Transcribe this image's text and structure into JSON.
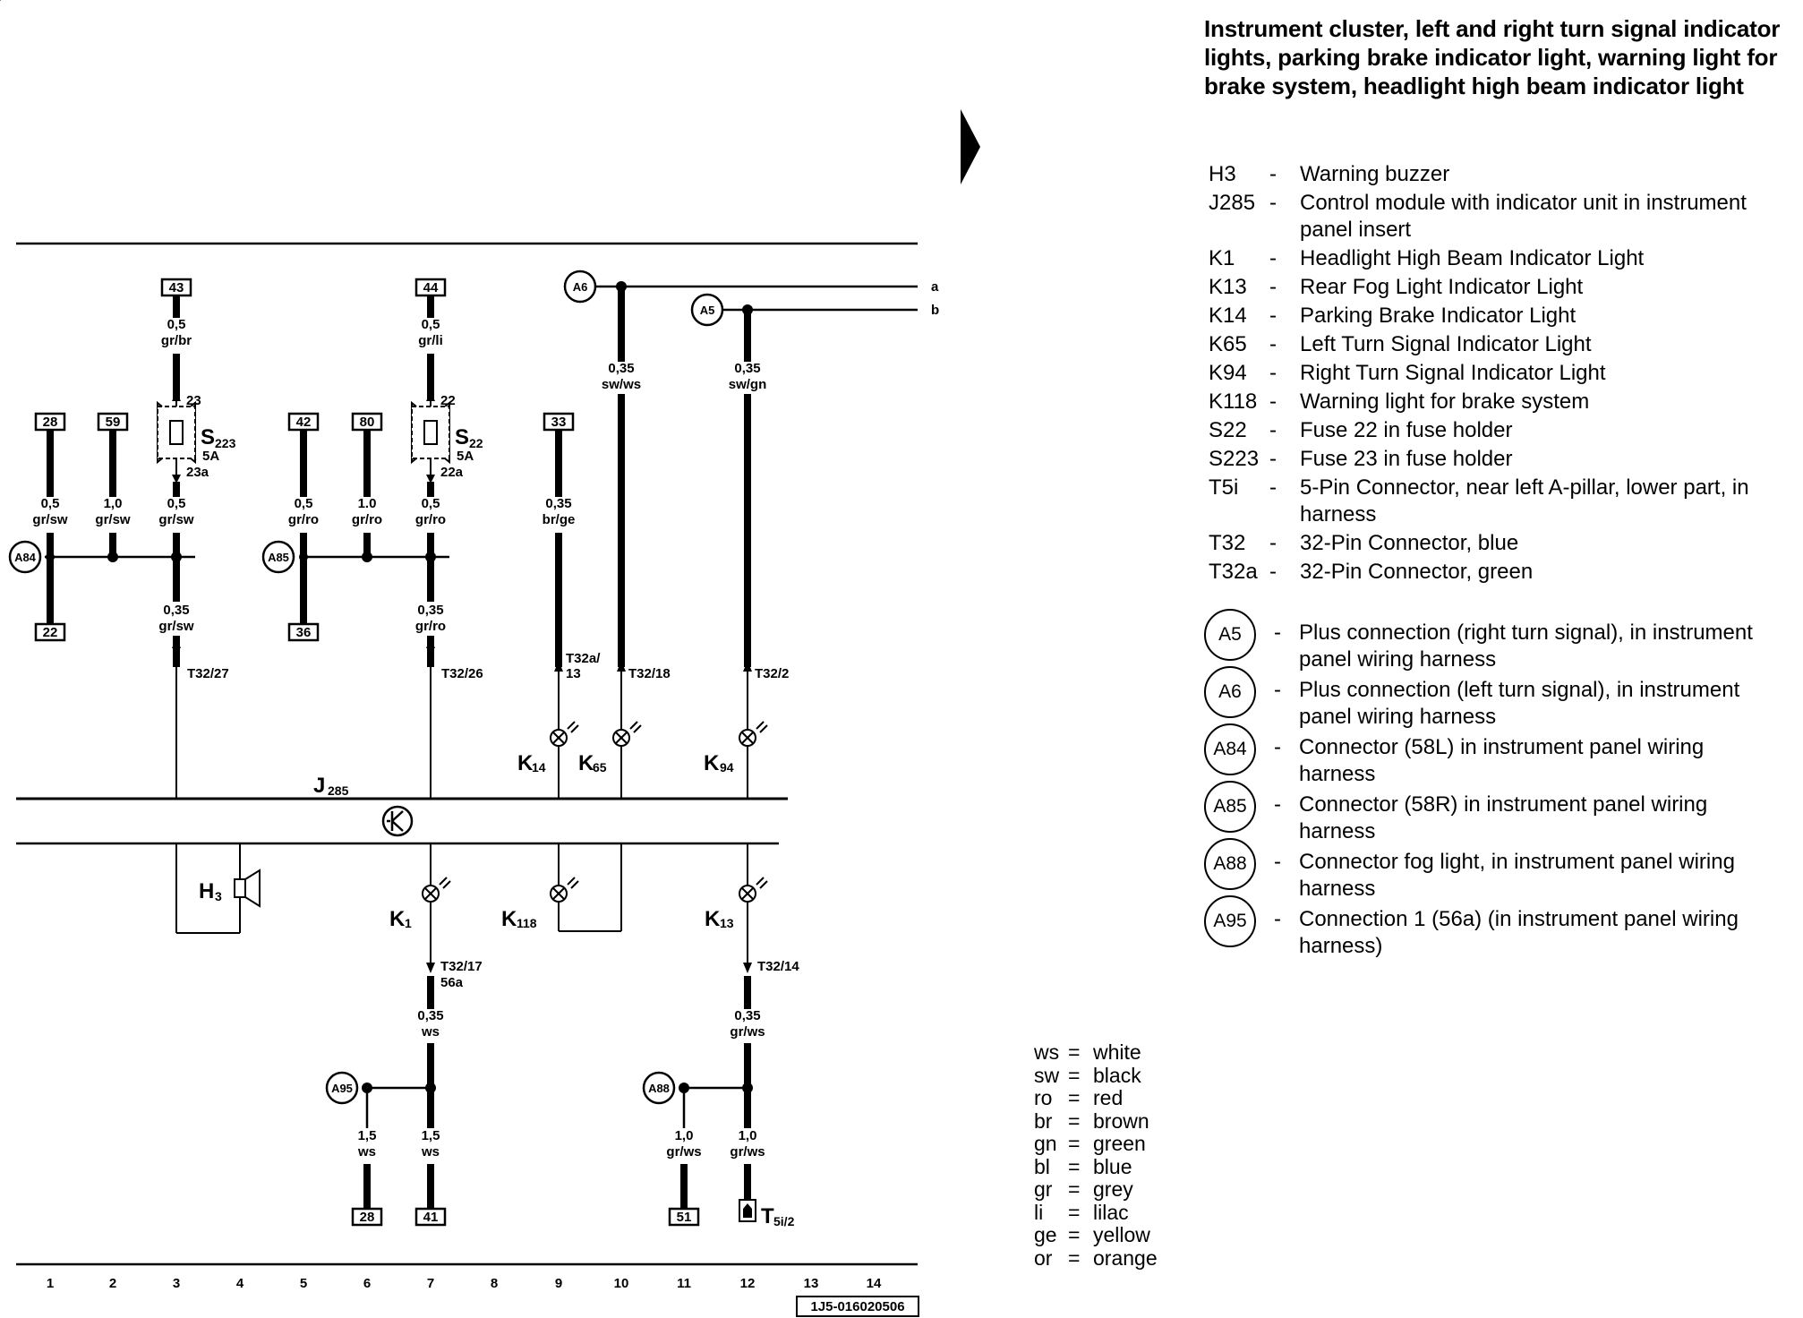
{
  "title": "Instrument cluster, left and right turn signal indicator lights, parking brake indicator light, warning light for brake system, headlight high beam indicator light",
  "components": [
    {
      "code": "H3",
      "desc": "Warning buzzer"
    },
    {
      "code": "J285",
      "desc": "Control module with indicator unit in instrument panel insert"
    },
    {
      "code": "K1",
      "desc": "Headlight High Beam Indicator Light"
    },
    {
      "code": "K13",
      "desc": "Rear Fog Light Indicator Light"
    },
    {
      "code": "K14",
      "desc": "Parking Brake Indicator Light"
    },
    {
      "code": "K65",
      "desc": "Left Turn Signal Indicator Light"
    },
    {
      "code": "K94",
      "desc": "Right Turn Signal Indicator Light"
    },
    {
      "code": "K118",
      "desc": "Warning light for brake system"
    },
    {
      "code": "S22",
      "desc": "Fuse 22 in fuse holder"
    },
    {
      "code": "S223",
      "desc": "Fuse 23 in fuse holder"
    },
    {
      "code": "T5i",
      "desc": "5-Pin Connector, near left A-pillar, lower part, in harness"
    },
    {
      "code": "T32",
      "desc": "32-Pin Connector, blue"
    },
    {
      "code": "T32a",
      "desc": "32-Pin Connector, green"
    }
  ],
  "connections": [
    {
      "code": "A5",
      "desc": "Plus connection (right turn signal), in instrument panel wiring harness"
    },
    {
      "code": "A6",
      "desc": "Plus connection (left turn signal), in instrument panel wiring harness"
    },
    {
      "code": "A84",
      "desc": "Connector (58L) in instrument panel wiring harness"
    },
    {
      "code": "A85",
      "desc": "Connector (58R) in instrument panel wiring harness"
    },
    {
      "code": "A88",
      "desc": "Connector fog light, in instrument panel wiring harness"
    },
    {
      "code": "A95",
      "desc": "Connection 1 (56a) (in instrument panel wiring harness)"
    }
  ],
  "colors": [
    {
      "abbr": "ws",
      "name": "white"
    },
    {
      "abbr": "sw",
      "name": "black"
    },
    {
      "abbr": "ro",
      "name": "red"
    },
    {
      "abbr": "br",
      "name": "brown"
    },
    {
      "abbr": "gn",
      "name": "green"
    },
    {
      "abbr": "bl",
      "name": "blue"
    },
    {
      "abbr": "gr",
      "name": "grey"
    },
    {
      "abbr": "li",
      "name": "lilac"
    },
    {
      "abbr": "ge",
      "name": "yellow"
    },
    {
      "abbr": "or",
      "name": "orange"
    }
  ],
  "diagram": {
    "terminals_top": [
      "43",
      "44",
      "28",
      "59",
      "42",
      "80",
      "33"
    ],
    "terminals_mid_bottom": [
      "22",
      "36"
    ],
    "terminals_bottom": [
      "28",
      "41",
      "51"
    ],
    "wire_labels": {
      "w43": [
        "0,5",
        "gr/br"
      ],
      "w44": [
        "0,5",
        "gr/li"
      ],
      "w_a6": [
        "0,35",
        "sw/ws"
      ],
      "w_a5": [
        "0,35",
        "sw/gn"
      ],
      "w28": [
        "0,5",
        "gr/sw"
      ],
      "w59": [
        "1,0",
        "gr/sw"
      ],
      "ws223": [
        "0,5",
        "gr/sw"
      ],
      "w42": [
        "0,5",
        "gr/ro"
      ],
      "w80": [
        "1.0",
        "gr/ro"
      ],
      "ws22": [
        "0,5",
        "gr/ro"
      ],
      "w33": [
        "0,35",
        "br/ge"
      ],
      "wj3": [
        "0,35",
        "gr/sw"
      ],
      "wj7": [
        "0,35",
        "gr/ro"
      ],
      "wk1": [
        "0,35",
        "ws"
      ],
      "wk13": [
        "0,35",
        "gr/ws"
      ],
      "wa95l": [
        "1,5",
        "ws"
      ],
      "wa95r": [
        "1,5",
        "ws"
      ],
      "wa88l": [
        "1,0",
        "gr/ws"
      ],
      "wa88r": [
        "1,0",
        "gr/ws"
      ]
    },
    "fuses": [
      {
        "name": "S",
        "sub": "223",
        "rating": "5A",
        "in": "23",
        "out": "23a"
      },
      {
        "name": "S",
        "sub": "22",
        "rating": "5A",
        "in": "22",
        "out": "22a"
      }
    ],
    "pin_labels": {
      "p3": "T32/27",
      "p7": "T32/26",
      "p9a": "T32a/",
      "p9b": "13",
      "p10": "T32/18",
      "p12": "T32/2",
      "pk1a": "T32/17",
      "pk1b": "56a",
      "pk13": "T32/14",
      "t5i": "T",
      "t5i_sub": "5i/2"
    },
    "bus_a": "a",
    "bus_b": "b",
    "conn_circles": [
      "A6",
      "A5",
      "A84",
      "A85",
      "A95",
      "A88"
    ],
    "comp_labels": {
      "j285": "J",
      "j285_sub": "285",
      "h3": "H",
      "h3_sub": "3",
      "k14": "K",
      "k14_sub": "14",
      "k65": "K",
      "k65_sub": "65",
      "k94": "K",
      "k94_sub": "94",
      "k1": "K",
      "k1_sub": "1",
      "k118": "K",
      "k118_sub": "118",
      "k13": "K",
      "k13_sub": "13"
    },
    "track_numbers": [
      "1",
      "2",
      "3",
      "4",
      "5",
      "6",
      "7",
      "8",
      "9",
      "10",
      "11",
      "12",
      "13",
      "14"
    ],
    "doc_code": "1J5-016020506"
  }
}
